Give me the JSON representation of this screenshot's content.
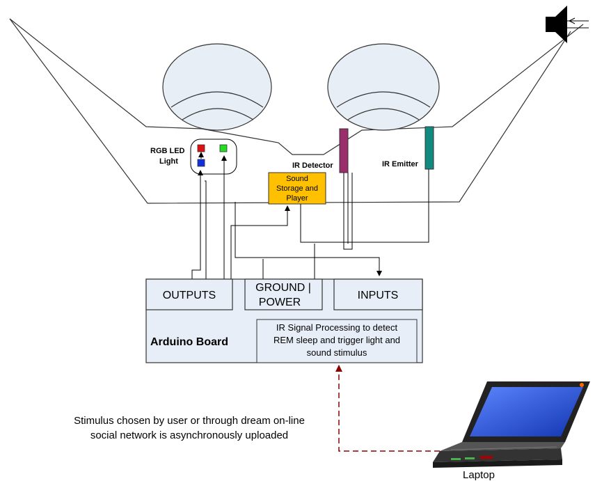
{
  "labels": {
    "rgb_led_line1": "RGB LED",
    "rgb_led_line2": "Light",
    "ir_detector": "IR Detector",
    "ir_emitter": "IR Emitter",
    "sound_line1": "Sound",
    "sound_line2": "Storage and",
    "sound_line3": "Player"
  },
  "board": {
    "outputs": "OUTPUTS",
    "ground_line1": "GROUND |",
    "ground_line2": "POWER",
    "inputs": "INPUTS",
    "name": "Arduino Board",
    "processing_line1": "IR Signal Processing to detect",
    "processing_line2": "REM sleep and trigger light and",
    "processing_line3": "sound stimulus"
  },
  "annotation": {
    "line1": "Stimulus chosen by user or through dream on-line",
    "line2": "social network is asynchronously uploaded"
  },
  "laptop_label": "Laptop",
  "colors": {
    "sound_box": "#FFC000",
    "ir_detector": "#9B2D6B",
    "ir_emitter": "#138A80",
    "led_red": "#E01010",
    "led_green": "#22DD22",
    "led_blue": "#1030E0",
    "board_fill": "#E7EEF7",
    "upload_arrow": "#8B0000",
    "eye_fill": "#E8EEF5",
    "laptop_screen": "#2A56D8"
  }
}
